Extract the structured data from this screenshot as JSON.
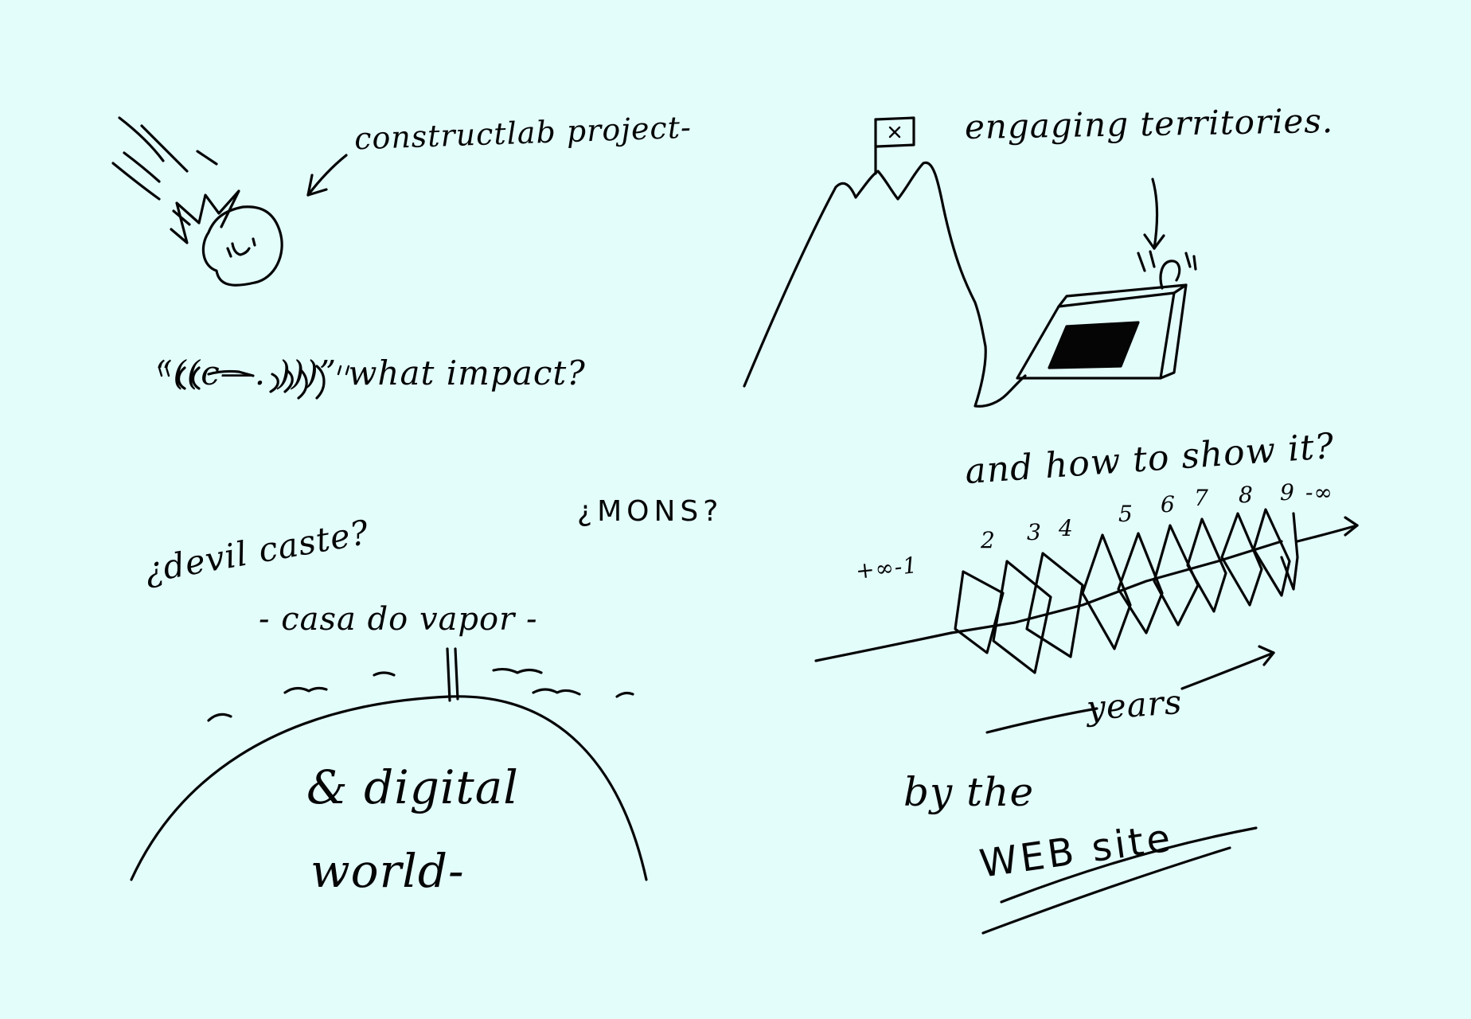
{
  "ink_color": "#050505",
  "background_color": "#e3fdfb",
  "notes": {
    "constructlab": "constructlab project-",
    "engaging": "engaging territories.",
    "impact": "“((c—. )))” what impact?",
    "and_how": "and how to show it?",
    "mons": "¿MONS?",
    "devil_castle": "¿devil caste?",
    "casa": "- casa do vapor -",
    "digital": "& digital",
    "world": "world-",
    "years": "years",
    "by_the": "by the",
    "website": "WEB site"
  },
  "timeline": {
    "start_label": "+∞-1",
    "end_label": "-∞",
    "numbers": [
      "2",
      "3",
      "4",
      "5",
      "6",
      "7",
      "8",
      "9"
    ]
  },
  "icons": [
    "comet-icon",
    "mountain-flag-icon",
    "radio-device-icon",
    "globe-arc-icon",
    "signal-waves-icon",
    "timeline-frames-icon"
  ]
}
